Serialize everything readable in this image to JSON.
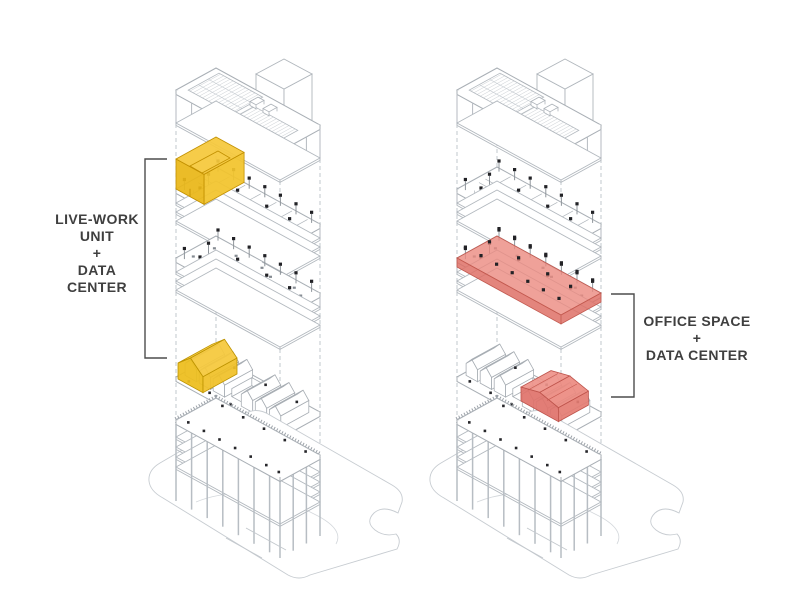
{
  "page": {
    "background_color": "#ffffff"
  },
  "annotations": {
    "left_label": {
      "lines": [
        "LIVE-WORK",
        "UNIT",
        "+",
        "DATA",
        "CENTER"
      ]
    },
    "right_label": {
      "lines": [
        "OFFICE SPACE",
        "+",
        "DATA CENTER"
      ]
    }
  },
  "highlights": {
    "yellow": {
      "color": "#F5C83B",
      "edge_color": "#EDB91C",
      "tower": "left",
      "marks": [
        "live-work unit",
        "data center"
      ]
    },
    "red": {
      "color": "#EB8A80",
      "edge_color": "#DE7066",
      "tower": "right",
      "marks": [
        "office space",
        "data center"
      ]
    }
  },
  "diagram": {
    "type": "exploded-axonometric",
    "tower_count": "2"
  }
}
